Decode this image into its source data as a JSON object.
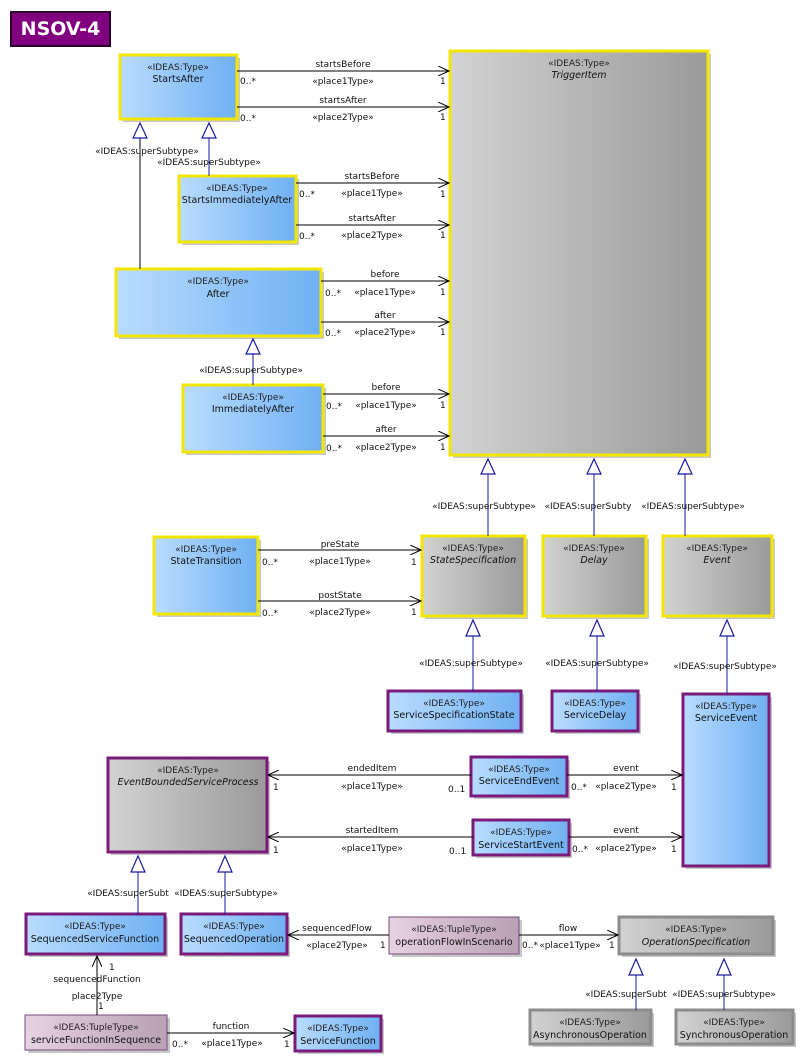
{
  "title": "NSOV-4",
  "stereotypes": {
    "type": "«IDEAS:Type»",
    "tuple": "«IDEAS:TupleType»"
  },
  "boxes": {
    "startsAfter": "StartsAfter",
    "triggerItem": "TriggerItem",
    "startsImmediatelyAfter": "StartsImmediatelyAfter",
    "after": "After",
    "immediatelyAfter": "ImmediatelyAfter",
    "stateTransition": "StateTransition",
    "stateSpecification": "StateSpecification",
    "delay": "Delay",
    "event": "Event",
    "serviceSpecificationState": "ServiceSpecificationState",
    "serviceDelay": "ServiceDelay",
    "serviceEvent": "ServiceEvent",
    "eventBoundedServiceProcess": "EventBoundedServiceProcess",
    "serviceEndEvent": "ServiceEndEvent",
    "serviceStartEvent": "ServiceStartEvent",
    "sequencedServiceFunction": "SequencedServiceFunction",
    "sequencedOperation": "SequencedOperation",
    "operationFlowInScenario": "operationFlowInScenario",
    "operationSpecification": "OperationSpecification",
    "serviceFunctionInSequence": "serviceFunctionInSequence",
    "serviceFunction": "ServiceFunction",
    "asynchronousOperation": "AsynchronousOperation",
    "synchronousOperation": "SynchronousOperation"
  },
  "labels": {
    "startsBefore": "startsBefore",
    "startsAfter": "startsAfter",
    "place1Type": "«place1Type»",
    "place2Type": "«place2Type»",
    "before": "before",
    "after": "after",
    "superSubtype": "«IDEAS:superSubtype»",
    "superSubtypeTrunc1": "«IDEAS:superSubty",
    "superSubtypeTrunc2": "«IDEAS:superSubt",
    "preState": "preState",
    "postState": "postState",
    "endedItem": "endedItem",
    "startedItem": "startedItem",
    "event": "event",
    "sequencedFlow": "sequencedFlow",
    "flow": "flow",
    "sequencedFunction": "sequencedFunction",
    "function": "function",
    "placeTypeColon": "place2Type",
    "many": "0..*",
    "one": "1",
    "zeroOne": "0..1"
  }
}
